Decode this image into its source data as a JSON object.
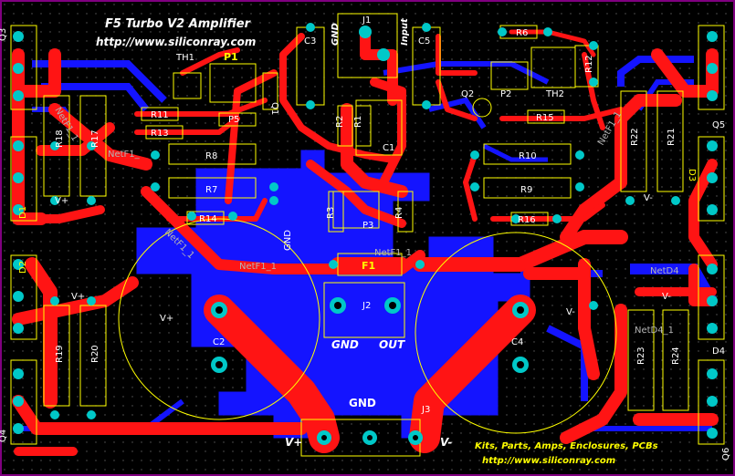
{
  "board": {
    "title": "F5 Turbo V2 Amplifier",
    "url": "http://www.siliconray.com",
    "footer_line1": "Kits, Parts, Amps, Enclosures, PCBs",
    "footer_line2": "http://www.siliconray.com",
    "colors": {
      "background": "#000000",
      "top_copper": "#ff0000",
      "bottom_copper": "#0000ff",
      "silkscreen": "#ffff00",
      "pad": "#00c8c8",
      "outline": "#800080",
      "text_white": "#ffffff"
    }
  },
  "labels": {
    "q3": "Q3",
    "q5": "Q5",
    "q6": "Q6",
    "q4": "Q4",
    "d4": "D4",
    "d1": "D1",
    "d2": "D2",
    "d3": "D3",
    "th1": "TH1",
    "th2": "TH2",
    "p1": "P1",
    "p2": "P2",
    "p3": "P3",
    "j1": "J1",
    "j2": "J2",
    "j3": "J3",
    "q1": "Q1",
    "q2": "Q2",
    "c1": "C1",
    "c2": "C2",
    "c3": "C3",
    "c4": "C4",
    "c5": "C5",
    "f1": "F1",
    "r1": "R1",
    "r2": "R2",
    "r3": "R3",
    "r4": "R4",
    "r5": "P5",
    "r6": "R6",
    "r7": "R7",
    "r8": "R8",
    "r9": "R9",
    "r10": "R10",
    "r11": "R11",
    "r12": "R12",
    "r13": "R13",
    "r14": "R14",
    "r15": "R15",
    "r16": "R16",
    "r17": "R17",
    "r18": "R18",
    "r19": "R19",
    "r20": "R20",
    "r21": "R21",
    "r22": "R22",
    "r23": "R23",
    "r24": "R24",
    "gnd": "GND",
    "input": "Input",
    "out": "OUT",
    "vplus": "V+",
    "vminus": "V-",
    "netf1": "NetF1_1",
    "netf1b": "NetF1_",
    "netd4": "NetD4",
    "netd4_1": "NetD4_1"
  }
}
